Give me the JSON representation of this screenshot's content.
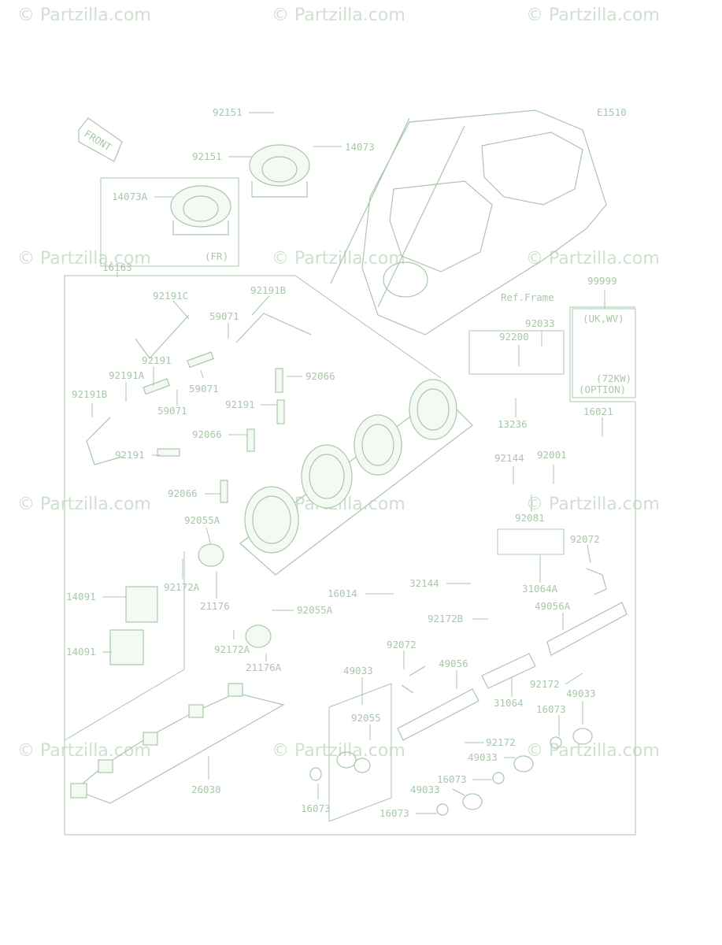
{
  "watermark": "© Partzilla.com",
  "diagram_code": "E1510",
  "front_text": "FRONT",
  "notes": {
    "fr": "(FR)",
    "ref_frame": "Ref.Frame",
    "uk_wv": "(UK,WV)",
    "kw72": "(72KW)",
    "option": "(OPTION)"
  },
  "labels": [
    "92151",
    "14073",
    "92151",
    "14073A",
    "16163",
    "92191C",
    "92191B",
    "59071",
    "92191",
    "59071",
    "92191A",
    "59071",
    "92066",
    "92191B",
    "92191",
    "92066",
    "92191",
    "92066",
    "92055A",
    "92172A",
    "21176",
    "14091",
    "14091",
    "92172A",
    "21176A",
    "92055A",
    "16014",
    "32144",
    "92172B",
    "92033",
    "92200",
    "99999",
    "13236",
    "16021",
    "92144",
    "92001",
    "92081",
    "92072",
    "31064A",
    "49056A",
    "92072",
    "49056",
    "49033",
    "31064",
    "92172",
    "49033",
    "92055",
    "16073",
    "92172",
    "49033",
    "16073",
    "49033",
    "16073",
    "26030",
    "16073"
  ]
}
